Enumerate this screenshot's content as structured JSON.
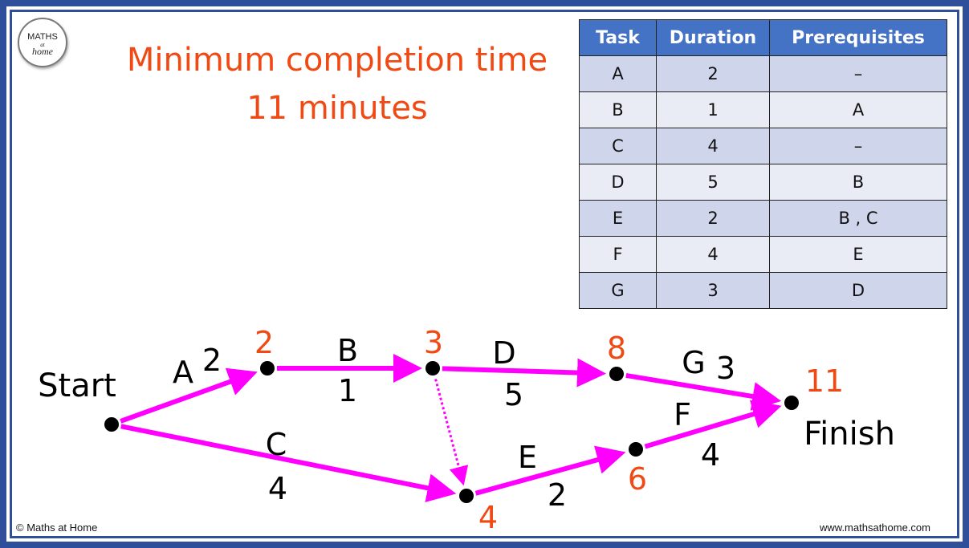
{
  "logo": {
    "line1": "MATHS",
    "line2": "at",
    "line3": "home"
  },
  "title": {
    "line1": "Minimum completion time",
    "line2": "11 minutes"
  },
  "table": {
    "headers": [
      "Task",
      "Duration",
      "Prerequisites"
    ],
    "rows": [
      {
        "task": "A",
        "duration": "2",
        "prereq": "–"
      },
      {
        "task": "B",
        "duration": "1",
        "prereq": "A"
      },
      {
        "task": "C",
        "duration": "4",
        "prereq": "–"
      },
      {
        "task": "D",
        "duration": "5",
        "prereq": "B"
      },
      {
        "task": "E",
        "duration": "2",
        "prereq": "B , C"
      },
      {
        "task": "F",
        "duration": "4",
        "prereq": "E"
      },
      {
        "task": "G",
        "duration": "3",
        "prereq": "D"
      }
    ]
  },
  "network": {
    "start_label": "Start",
    "finish_label": "Finish",
    "nodes": [
      {
        "id": "start",
        "time": ""
      },
      {
        "id": "n1",
        "time": "2"
      },
      {
        "id": "n2",
        "time": "3"
      },
      {
        "id": "n3",
        "time": "8"
      },
      {
        "id": "n4",
        "time": "4"
      },
      {
        "id": "n5",
        "time": "6"
      },
      {
        "id": "finish",
        "time": "11"
      }
    ],
    "activities": [
      {
        "from": "start",
        "to": "n1",
        "name": "A",
        "duration": "2"
      },
      {
        "from": "n1",
        "to": "n2",
        "name": "B",
        "duration": "1"
      },
      {
        "from": "n2",
        "to": "n3",
        "name": "D",
        "duration": "5"
      },
      {
        "from": "n3",
        "to": "finish",
        "name": "G",
        "duration": "3"
      },
      {
        "from": "start",
        "to": "n4",
        "name": "C",
        "duration": "4"
      },
      {
        "from": "n4",
        "to": "n5",
        "name": "E",
        "duration": "2"
      },
      {
        "from": "n5",
        "to": "finish",
        "name": "F",
        "duration": "4"
      }
    ],
    "dummy": {
      "from": "n2",
      "to": "n4"
    },
    "colors": {
      "arrow": "#ff00ff",
      "time": "#f04a14",
      "node": "#000000"
    }
  },
  "footer": {
    "left": "© Maths at Home",
    "right": "www.mathsathome.com"
  }
}
